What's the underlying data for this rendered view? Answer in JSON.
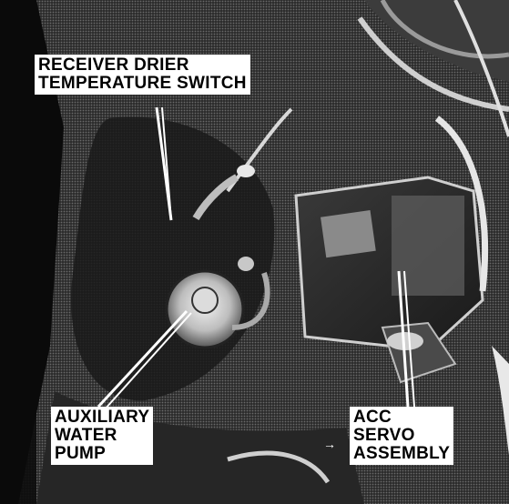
{
  "labels": {
    "receiver_drier": [
      "RECEIVER DRIER",
      "TEMPERATURE SWITCH"
    ],
    "auxiliary_pump": [
      "AUXILIARY",
      "WATER",
      "PUMP"
    ],
    "acc_servo": [
      "ACC",
      "SERVO",
      "ASSEMBLY"
    ]
  },
  "colors": {
    "label_bg": "#ffffff",
    "label_text": "#000000",
    "photo_dark": "#111111"
  }
}
